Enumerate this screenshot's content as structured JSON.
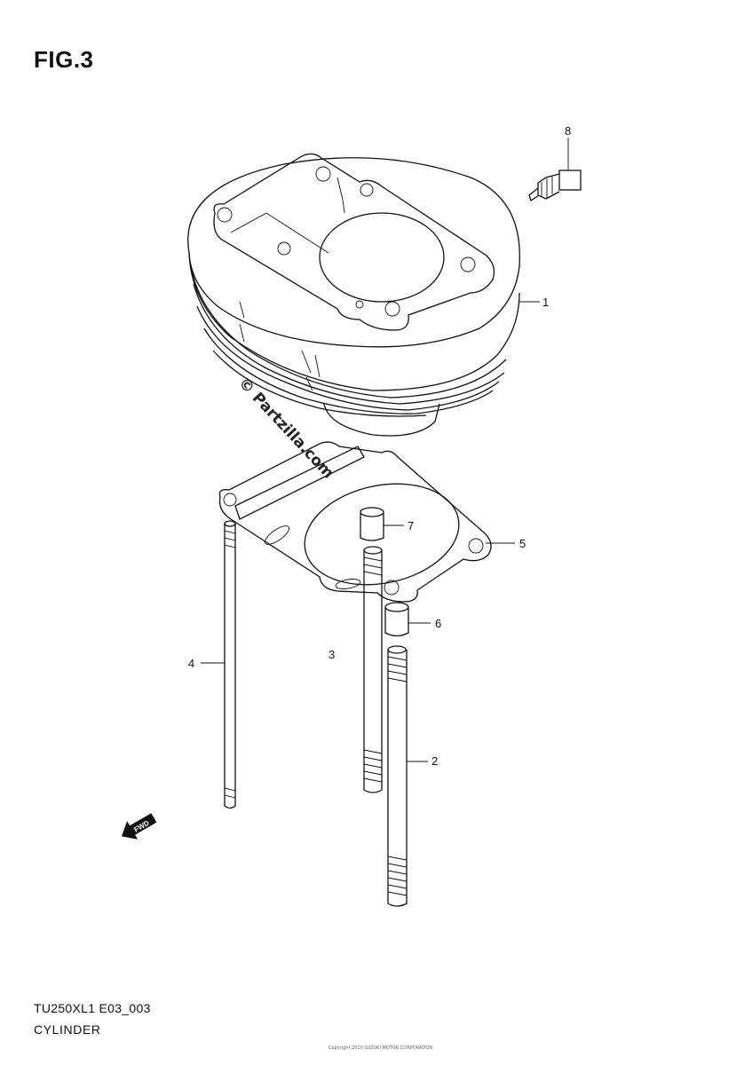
{
  "figure": {
    "title": "FIG.3",
    "code": "TU250XL1 E03_003",
    "name": "CYLINDER",
    "watermark": "© Partzilla.com",
    "fine_print": "Copyright 2010 SUZUKI MOTOR CORPORATION"
  },
  "callouts": [
    {
      "id": "1",
      "label": "1"
    },
    {
      "id": "2",
      "label": "2"
    },
    {
      "id": "3",
      "label": "3"
    },
    {
      "id": "4",
      "label": "4"
    },
    {
      "id": "5",
      "label": "5"
    },
    {
      "id": "6",
      "label": "6"
    },
    {
      "id": "7",
      "label": "7"
    },
    {
      "id": "8",
      "label": "8"
    }
  ],
  "icons": {
    "front_arrow": "fwd-arrow-icon",
    "front_arrow_text": "FWD"
  }
}
